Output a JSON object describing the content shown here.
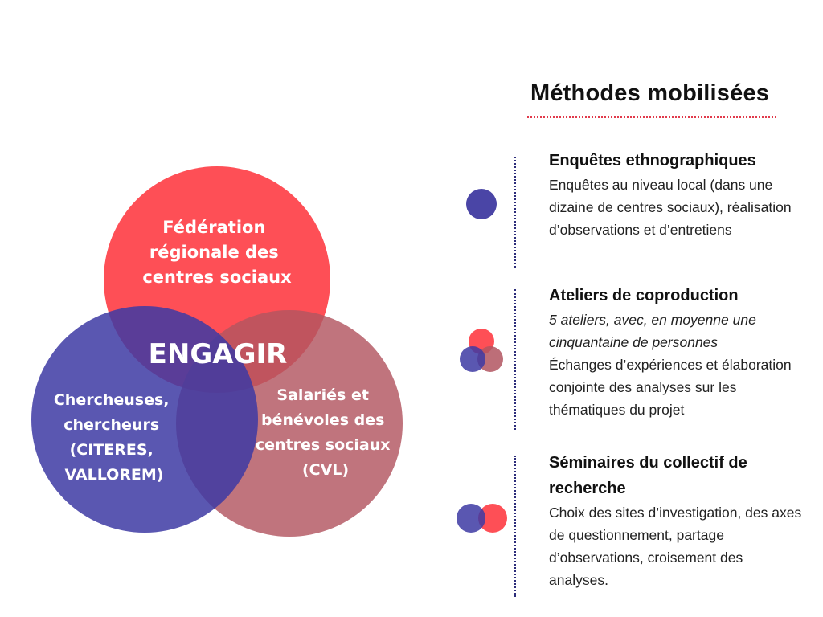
{
  "diagram": {
    "center_label": "ENGAGIR",
    "circles": [
      {
        "id": "federation",
        "lines": [
          "Fédération",
          "régionale des",
          "centres sociaux"
        ],
        "color": "#fe4f56"
      },
      {
        "id": "chercheurs",
        "lines": [
          "Chercheuses,",
          "chercheurs",
          "(CITERES,",
          "VALLOREM)"
        ],
        "color": "#4a45a6"
      },
      {
        "id": "salaries",
        "lines": [
          "Salariés et",
          "bénévoles des",
          "centres sociaux",
          "(CVL)"
        ],
        "color": "#b25560"
      }
    ]
  },
  "panel": {
    "title": "Méthodes mobilisées",
    "accent_color": "#e13a4b",
    "methods": [
      {
        "heading": "Enquêtes ethnographiques",
        "body": "Enquêtes au niveau local (dans une dizaine de centres sociaux), réalisation d’observations et d’entretiens",
        "icon": "single-circle-icon"
      },
      {
        "heading": "Ateliers de coproduction",
        "italic": "5 ateliers, avec, en moyenne une cinquantaine de personnes",
        "body": "Échanges d’expériences et élaboration conjointe des analyses sur les thématiques du projet",
        "icon": "triple-circle-icon"
      },
      {
        "heading": "Séminaires du collectif de recherche",
        "body": "Choix des sites d’investigation, des axes de questionnement, partage d’observations, croisement des analyses.",
        "icon": "double-circle-icon"
      }
    ]
  }
}
